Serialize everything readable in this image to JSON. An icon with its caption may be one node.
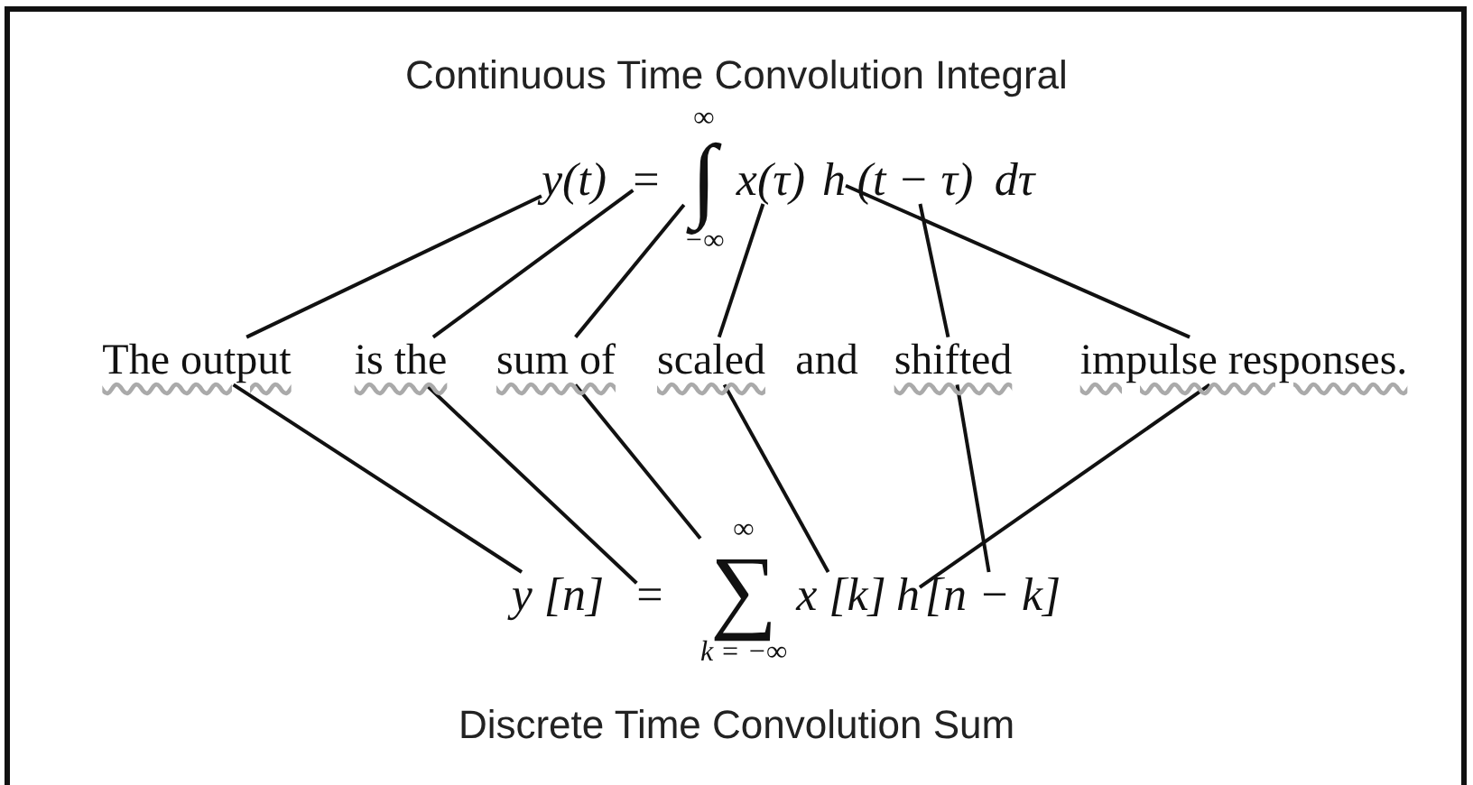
{
  "diagram": {
    "title": "Continuous Time Convolution Integral",
    "caption": "Discrete Time Convolution Sum",
    "nodes": [
      {
        "text": [
          "y(t)"
        ]
      },
      {
        "text": [
          "="
        ]
      },
      {
        "text": [
          "∞",
          "∫",
          "−∞"
        ]
      },
      {
        "text": [
          "x(τ)"
        ]
      },
      {
        "text": [
          "h"
        ]
      },
      {
        "text": [
          "(t − τ)"
        ]
      },
      {
        "text": [
          "The output"
        ]
      },
      {
        "text": [
          "is the"
        ]
      },
      {
        "text": [
          "sum of"
        ]
      },
      {
        "text": [
          "scaled"
        ]
      },
      {
        "text": [
          "shifted"
        ]
      },
      {
        "text": [
          "impulse responses."
        ]
      },
      {
        "text": [
          "y [n]"
        ]
      },
      {
        "text": [
          "="
        ]
      },
      {
        "text": [
          "∞",
          "∑",
          "k = −∞"
        ]
      },
      {
        "text": [
          "x [k]"
        ]
      },
      {
        "text": [
          "h"
        ]
      },
      {
        "text": [
          "[n − k]"
        ]
      }
    ],
    "edges": [
      {
        "from": 6,
        "to": 0,
        "arrow": "none"
      },
      {
        "from": 7,
        "to": 1,
        "arrow": "none"
      },
      {
        "from": 8,
        "to": 2,
        "arrow": "none"
      },
      {
        "from": 9,
        "to": 3,
        "arrow": "none"
      },
      {
        "from": 10,
        "to": 5,
        "arrow": "none"
      },
      {
        "from": 11,
        "to": 4,
        "arrow": "none"
      },
      {
        "from": 6,
        "to": 12,
        "arrow": "none"
      },
      {
        "from": 7,
        "to": 13,
        "arrow": "none"
      },
      {
        "from": 8,
        "to": 14,
        "arrow": "none"
      },
      {
        "from": 9,
        "to": 15,
        "arrow": "none"
      },
      {
        "from": 10,
        "to": 17,
        "arrow": "none"
      },
      {
        "from": 11,
        "to": 16,
        "arrow": "none"
      }
    ],
    "labels": [
      "dτ",
      "and"
    ]
  }
}
